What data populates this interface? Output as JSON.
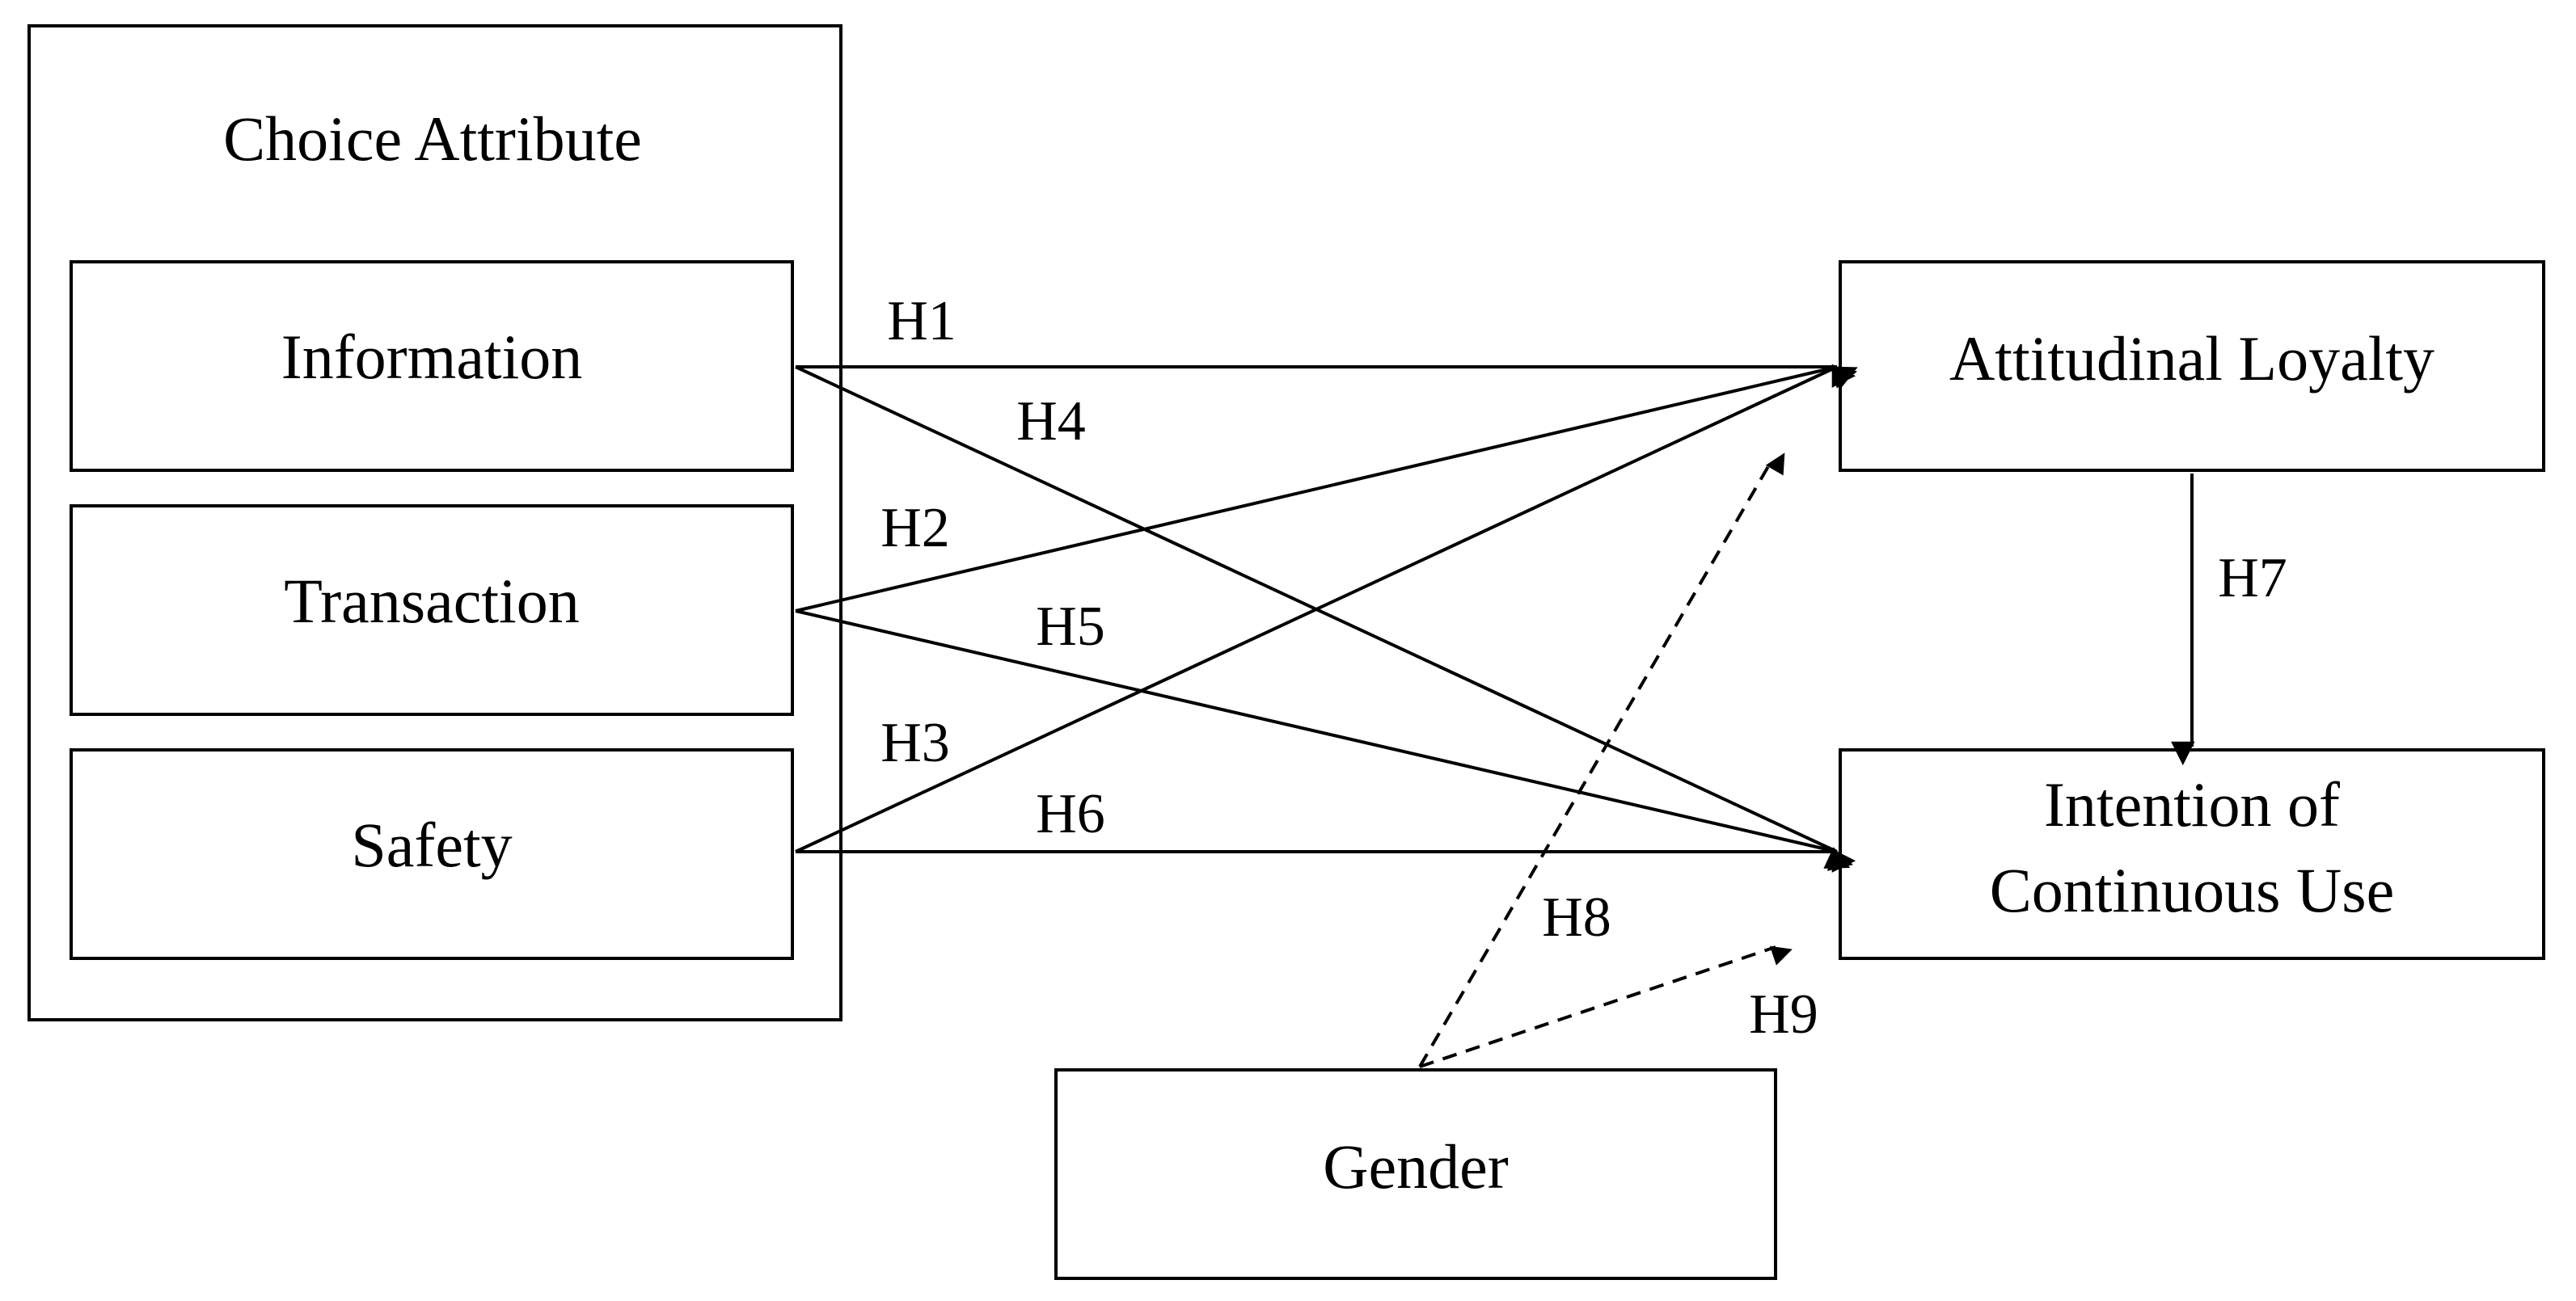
{
  "group": {
    "title": "Choice Attribute"
  },
  "nodes": {
    "information": "Information",
    "transaction": "Transaction",
    "safety": "Safety",
    "loyalty": "Attitudinal  Loyalty",
    "intention_line1": "Intention  of",
    "intention_line2": "Continuous  Use",
    "gender": "Gender"
  },
  "hypotheses": {
    "h1": "H1",
    "h2": "H2",
    "h3": "H3",
    "h4": "H4",
    "h5": "H5",
    "h6": "H6",
    "h7": "H7",
    "h8": "H8",
    "h9": "H9"
  }
}
